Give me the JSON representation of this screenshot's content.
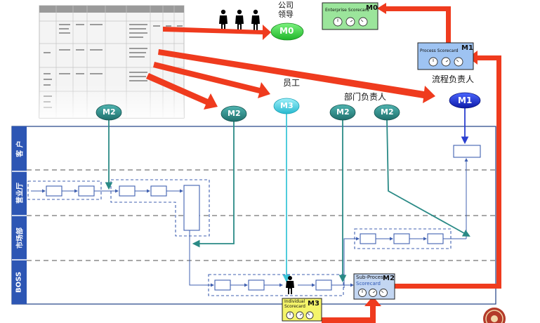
{
  "top_labels": {
    "company_leader_line1": "公司",
    "company_leader_line2": "领导",
    "employee": "员工",
    "dept_head": "部门负责人",
    "process_owner": "流程负责人"
  },
  "badges": {
    "m0": "M0",
    "m1": "M1",
    "m2": "M2",
    "m3": "M3"
  },
  "scorecards": {
    "enterprise": {
      "title": "Enterprise Scorecard",
      "level": "M0"
    },
    "process": {
      "title": "Process Scorecard",
      "level": "M1"
    },
    "subprocess": {
      "title_line1": "Sub-Process",
      "title_line2": "Scorecard",
      "level": "M2"
    },
    "individual": {
      "title_line1": "Individual",
      "title_line2": "Scorecard",
      "level": "M3"
    }
  },
  "lanes": [
    "客 户",
    "营业厅",
    "市场部",
    "BOSS"
  ],
  "colors": {
    "red_arrow": "#ef3b1e",
    "teal": "#2a8a86",
    "cyan": "#3cc6d8",
    "blue": "#1b2fc9",
    "green_badge": "#2fd13a",
    "lane_dark_blue": "#1f3f86",
    "box_blue": "#4060b0"
  }
}
